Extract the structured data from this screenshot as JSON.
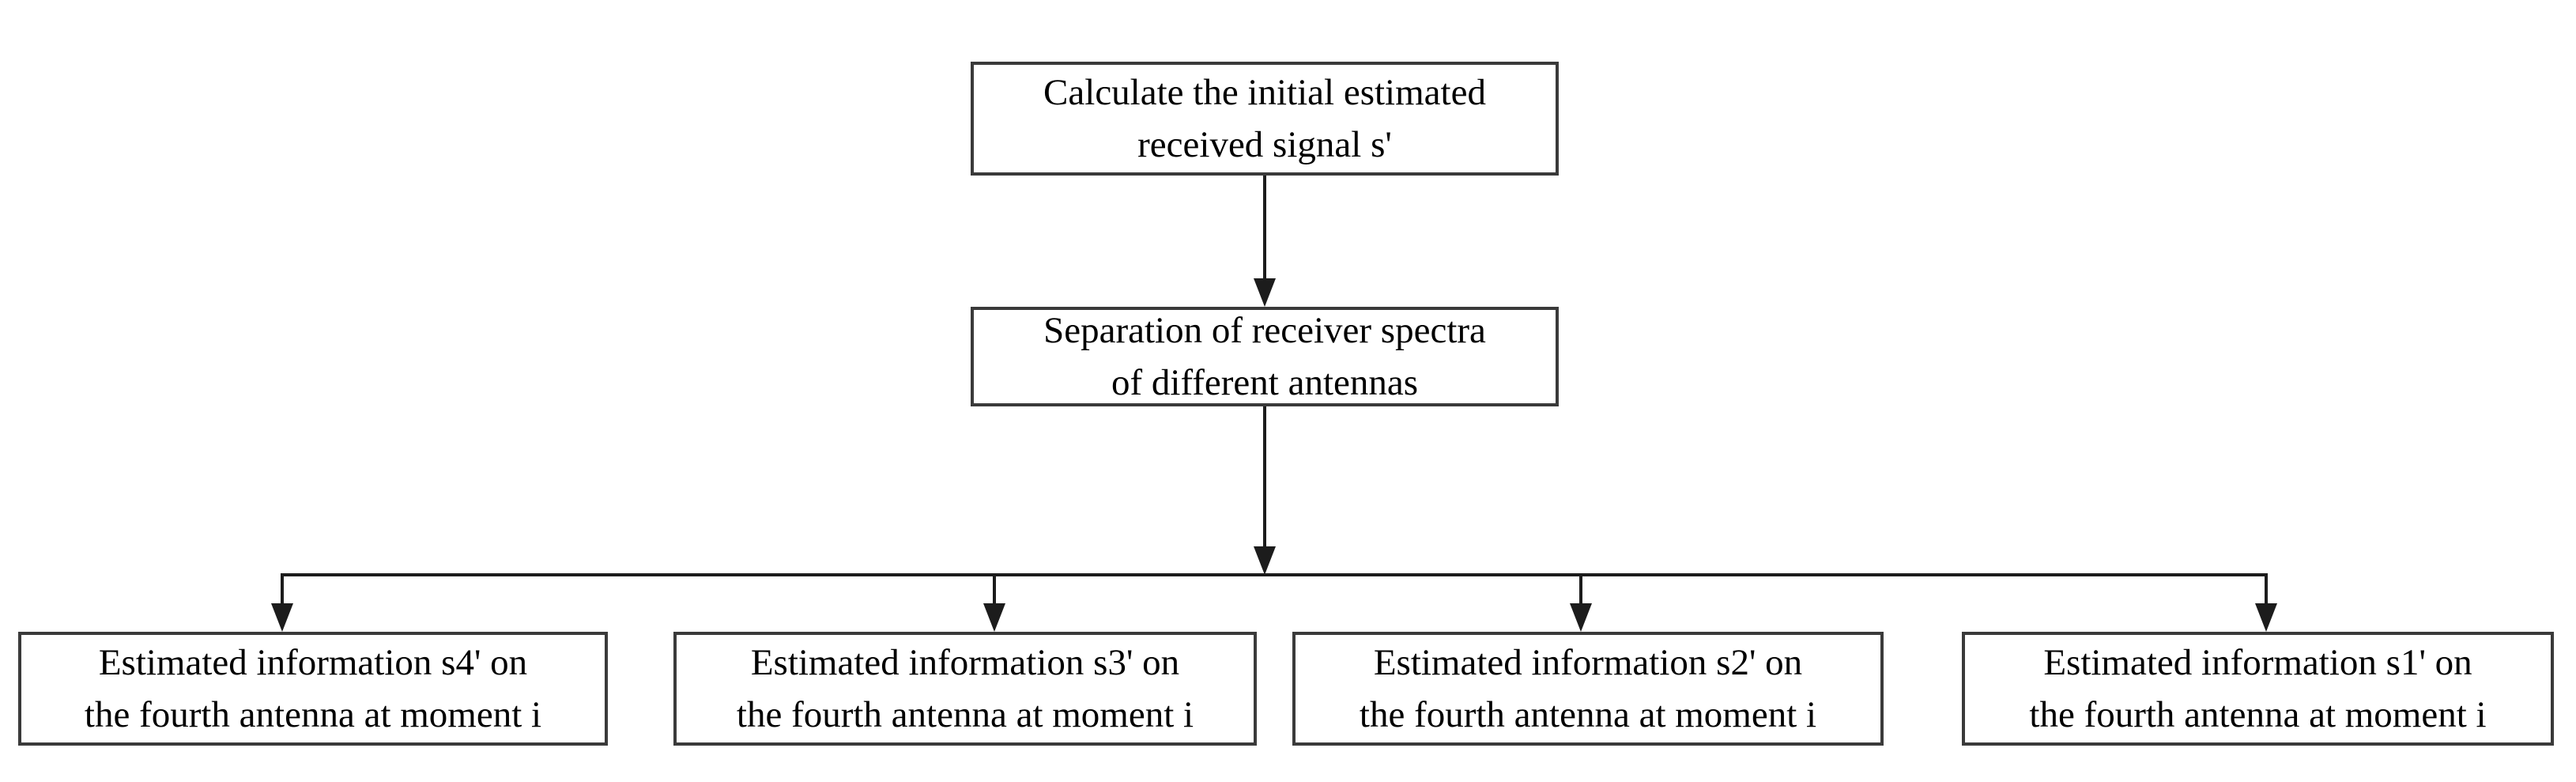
{
  "diagram": {
    "type": "flowchart",
    "colors": {
      "background": "#ffffff",
      "line": "#1c1c1c",
      "box_border": "#3a3a3a",
      "text": "#000000"
    },
    "nodes": {
      "start": {
        "line1": "Calculate the initial estimated",
        "line2": "received signal s'"
      },
      "process": {
        "line1": "Separation of receiver spectra",
        "line2": "of different antennas"
      },
      "outputs": [
        {
          "line1": "Estimated information s4' on",
          "line2": "the fourth antenna at moment i"
        },
        {
          "line1": "Estimated information s3' on",
          "line2": "the fourth antenna at moment i"
        },
        {
          "line1": "Estimated information s2' on",
          "line2": "the fourth antenna at moment i"
        },
        {
          "line1": "Estimated information s1' on",
          "line2": "the fourth antenna at moment i"
        }
      ]
    },
    "edges": [
      "start -> process",
      "process -> outputs (fan-out of 4)"
    ]
  }
}
